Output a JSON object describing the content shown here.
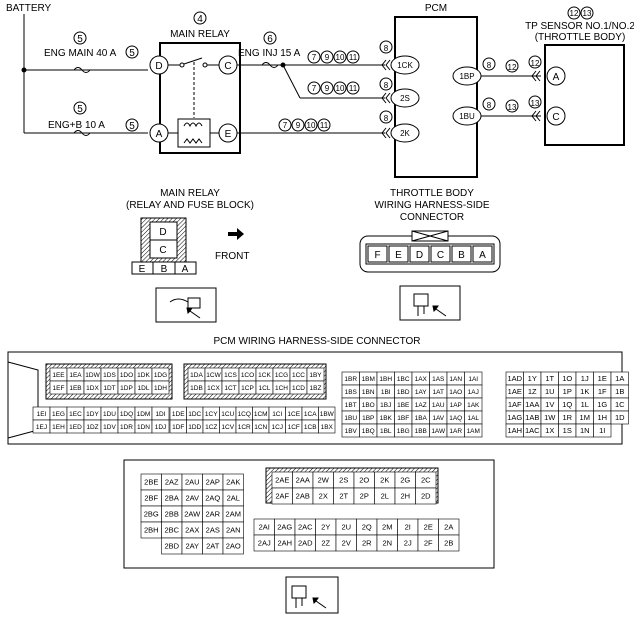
{
  "wiring": {
    "battery": "BATTERY",
    "main_relay_title": "MAIN RELAY",
    "main_relay_id": "4",
    "pcm_title": "PCM",
    "tp_sensor_title": "TP SENSOR NO.1/NO.2",
    "tp_sensor_sub": "(THROTTLE BODY)",
    "tp_sensor_ids": [
      "12",
      "13"
    ],
    "fuse_main": "ENG MAIN 40 A",
    "fuse_main_id": "5",
    "fuse_b": "ENG+B 10 A",
    "fuse_b_id": "5",
    "fuse_inj": "ENG INJ 15 A",
    "fuse_inj_id": "6",
    "relay_terminals": [
      "D",
      "C",
      "A",
      "E"
    ],
    "pcm_terminals": [
      "1CK",
      "2S",
      "2K",
      "1BP",
      "1BU"
    ],
    "sensor_terminals": [
      "A",
      "C"
    ],
    "wire_ref_groups": [
      "7",
      "9",
      "10",
      "11"
    ],
    "conn_id_8": "8",
    "conn_id_12": "12",
    "conn_id_13": "13"
  },
  "relay_connector": {
    "title_line1": "MAIN RELAY",
    "title_line2": "(RELAY AND FUSE BLOCK)",
    "cells": [
      "D",
      "C",
      "E",
      "B",
      "A"
    ],
    "front_label": "FRONT"
  },
  "throttle_connector": {
    "title_line1": "THROTTLE BODY",
    "title_line2": "WIRING HARNESS-SIDE",
    "title_line3": "CONNECTOR",
    "pins": [
      "F",
      "E",
      "D",
      "C",
      "B",
      "A"
    ]
  },
  "pcm_connector": {
    "title": "PCM WIRING HARNESS-SIDE CONNECTOR",
    "block1_top": [
      [
        "1EE",
        "1EA",
        "1DW",
        "1DS",
        "1DO",
        "1DK",
        "1DG"
      ],
      [
        "1EF",
        "1EB",
        "1DX",
        "1DT",
        "1DP",
        "1DL",
        "1DH"
      ]
    ],
    "block1_bottom": [
      [
        "1EI",
        "1EG",
        "1EC",
        "1DY",
        "1DU",
        "1DQ",
        "1DM",
        "1DI"
      ],
      [
        "1EJ",
        "1EH",
        "1ED",
        "1DZ",
        "1DV",
        "1DR",
        "1DN",
        "1DJ"
      ]
    ],
    "block2_top": [
      [
        "1DA",
        "1CW",
        "1CS",
        "1CO",
        "1CK",
        "1CG",
        "1CC",
        "1BY"
      ],
      [
        "1DB",
        "1CX",
        "1CT",
        "1CP",
        "1CL",
        "1CH",
        "1CD",
        "1BZ"
      ]
    ],
    "block2_bottom": [
      [
        "1DE",
        "1DC",
        "1CY",
        "1CU",
        "1CQ",
        "1CM",
        "1CI",
        "1CE",
        "1CA",
        "1BW"
      ],
      [
        "1DF",
        "1DD",
        "1CZ",
        "1CV",
        "1CR",
        "1CN",
        "1CJ",
        "1CF",
        "1CB",
        "1BX"
      ]
    ],
    "block3": [
      [
        "1BR",
        "1BM",
        "1BH",
        "1BC",
        "1AX",
        "1AS",
        "1AN",
        "1AI"
      ],
      [
        "1BS",
        "1BN",
        "1BI",
        "1BD",
        "1AY",
        "1AT",
        "1AO",
        "1AJ"
      ],
      [
        "1BT",
        "1BO",
        "1BJ",
        "1BE",
        "1AZ",
        "1AU",
        "1AP",
        "1AK"
      ],
      [
        "1BU",
        "1BP",
        "1BK",
        "1BF",
        "1BA",
        "1AV",
        "1AQ",
        "1AL"
      ],
      [
        "1BV",
        "1BQ",
        "1BL",
        "1BG",
        "1BB",
        "1AW",
        "1AR",
        "1AM"
      ]
    ],
    "block4": [
      [
        "1AD",
        "1Y",
        "1T",
        "1O",
        "1J",
        "1E",
        "1A"
      ],
      [
        "1AE",
        "1Z",
        "1U",
        "1P",
        "1K",
        "1F",
        "1B"
      ],
      [
        "1AF",
        "1AA",
        "1V",
        "1Q",
        "1L",
        "1G",
        "1C"
      ],
      [
        "1AG",
        "1AB",
        "1W",
        "1R",
        "1M",
        "1H",
        "1D"
      ],
      [
        "1AH",
        "1AC",
        "1X",
        "1S",
        "1N",
        "1I",
        ""
      ]
    ],
    "block5": [
      [
        "2BE",
        "2AZ",
        "2AU",
        "2AP",
        "2AK"
      ],
      [
        "2BF",
        "2BA",
        "2AV",
        "2AQ",
        "2AL"
      ],
      [
        "2BG",
        "2BB",
        "2AW",
        "2AR",
        "2AM"
      ],
      [
        "2BH",
        "2BC",
        "2AX",
        "2AS",
        "2AN"
      ],
      [
        "",
        "2BD",
        "2AY",
        "2AT",
        "2AO"
      ]
    ],
    "block6_top": [
      [
        "2AE",
        "2AA",
        "2W",
        "2S",
        "2O",
        "2K",
        "2G",
        "2C"
      ],
      [
        "2AF",
        "2AB",
        "2X",
        "2T",
        "2P",
        "2L",
        "2H",
        "2D"
      ]
    ],
    "block6_bottom": [
      [
        "2AI",
        "2AG",
        "2AC",
        "2Y",
        "2U",
        "2Q",
        "2M",
        "2I",
        "2E",
        "2A"
      ],
      [
        "2AJ",
        "2AH",
        "2AD",
        "2Z",
        "2V",
        "2R",
        "2N",
        "2J",
        "2F",
        "2B"
      ]
    ]
  }
}
